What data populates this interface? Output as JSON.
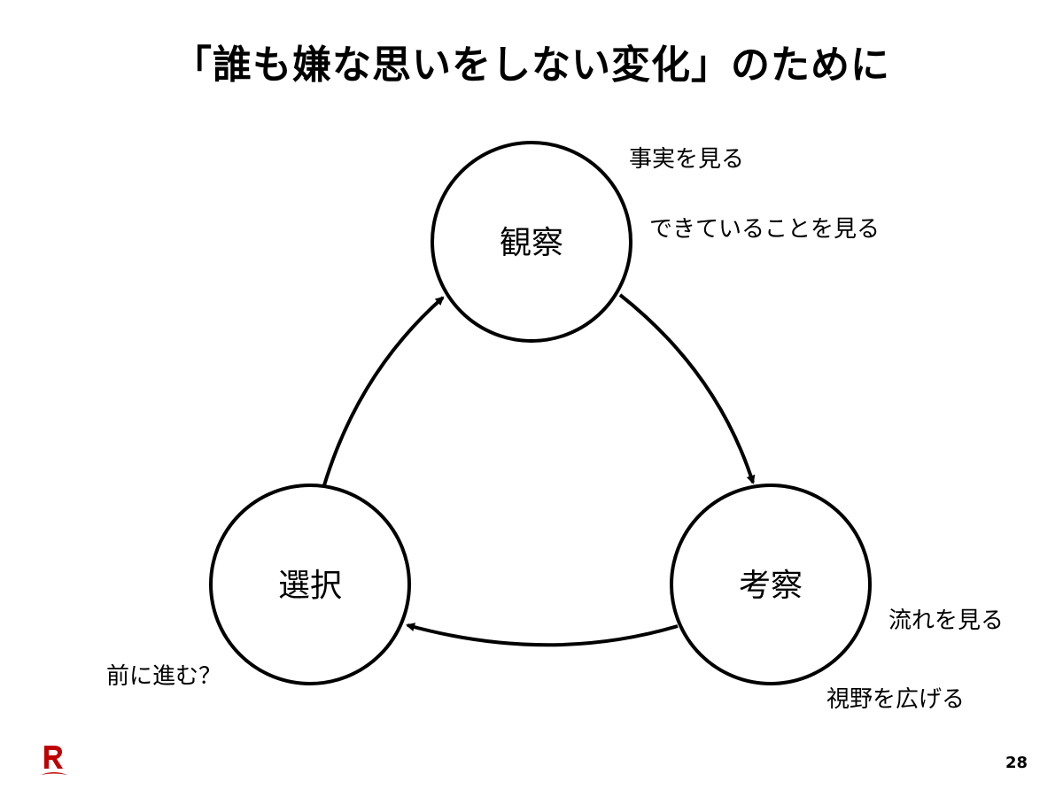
{
  "slide": {
    "title": "「誰も嫌な思いをしない変化」のために",
    "page_number": "28"
  },
  "cycle": {
    "nodes": [
      {
        "id": "observe",
        "label": "観察"
      },
      {
        "id": "consider",
        "label": "考察"
      },
      {
        "id": "choose",
        "label": "選択"
      }
    ],
    "edges": [
      {
        "from": "observe",
        "to": "consider"
      },
      {
        "from": "consider",
        "to": "choose"
      },
      {
        "from": "choose",
        "to": "observe"
      }
    ]
  },
  "notes": {
    "observe_1": "事実を見る",
    "observe_2": "できていることを見る",
    "consider_1": "流れを見る",
    "consider_2": "視野を広げる",
    "choose_1": "前に進む？"
  },
  "colors": {
    "logo": "#bf0000",
    "stroke": "#000000"
  },
  "logo": {
    "icon": "rakuten-logo-icon"
  }
}
